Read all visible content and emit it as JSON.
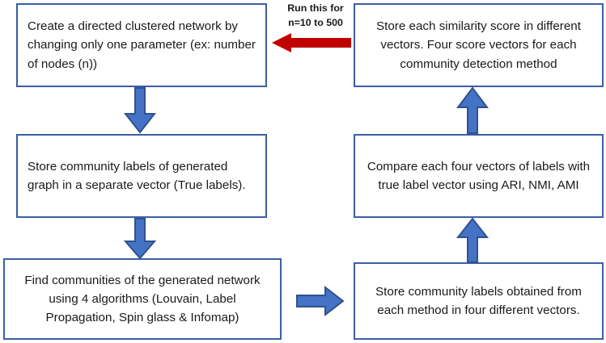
{
  "diagram": {
    "title": "Community detection benchmarking workflow flowchart",
    "colors": {
      "box_border": "#3A5FA5",
      "box_fill": "#FFFFFF",
      "arrow_fill": "#4472C4",
      "arrow_stroke": "#2F528F",
      "loop_arrow": "#C00000",
      "text": "#1A1A1A"
    },
    "nodes": [
      {
        "id": "create-network",
        "text": "Create a directed clustered network by changing only one parameter (ex: number of nodes (n))",
        "align": "left"
      },
      {
        "id": "store-true-labels",
        "text": "Store community labels of generated graph in a separate vector (True labels).",
        "align": "left"
      },
      {
        "id": "find-communities",
        "text": "Find communities of the generated network using 4 algorithms (Louvain, Label Propagation, Spin glass & Infomap)",
        "align": "center"
      },
      {
        "id": "store-method-labels",
        "text": "Store community labels obtained from each method in four different vectors.",
        "align": "center"
      },
      {
        "id": "compare-vectors",
        "text": "Compare each four vectors of labels with true label vector using ARI, NMI, AMI",
        "align": "center"
      },
      {
        "id": "store-scores",
        "text": "Store each similarity score in different vectors. Four score vectors for each community detection method",
        "align": "center"
      }
    ],
    "loop_arrow": {
      "label_line1": "Run this for",
      "label_line2": "n=10 to 500",
      "label": "Run this for\nn=10 to 500",
      "direction": "left"
    }
  }
}
